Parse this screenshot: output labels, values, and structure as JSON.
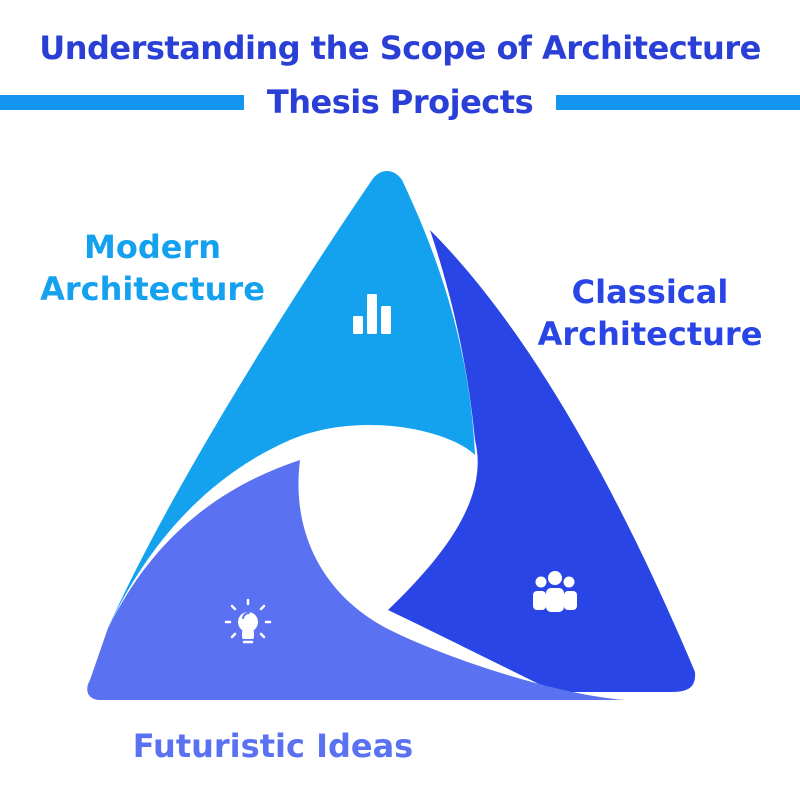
{
  "title": {
    "line1": "Understanding the Scope of Architecture",
    "line2": "Thesis Projects"
  },
  "segments": {
    "modern": {
      "label_line1": "Modern",
      "label_line2": "Architecture",
      "icon": "bar-chart-icon"
    },
    "classical": {
      "label_line1": "Classical",
      "label_line2": "Architecture",
      "icon": "people-group-icon"
    },
    "futuristic": {
      "label": "Futuristic Ideas",
      "icon": "lightbulb-icon"
    }
  },
  "colors": {
    "title": "#2a3fd6",
    "title_bar": "#1496f0",
    "modern": "#14a2ef",
    "classical": "#2945e6",
    "futuristic": "#5a71f2",
    "icon": "#ffffff"
  }
}
